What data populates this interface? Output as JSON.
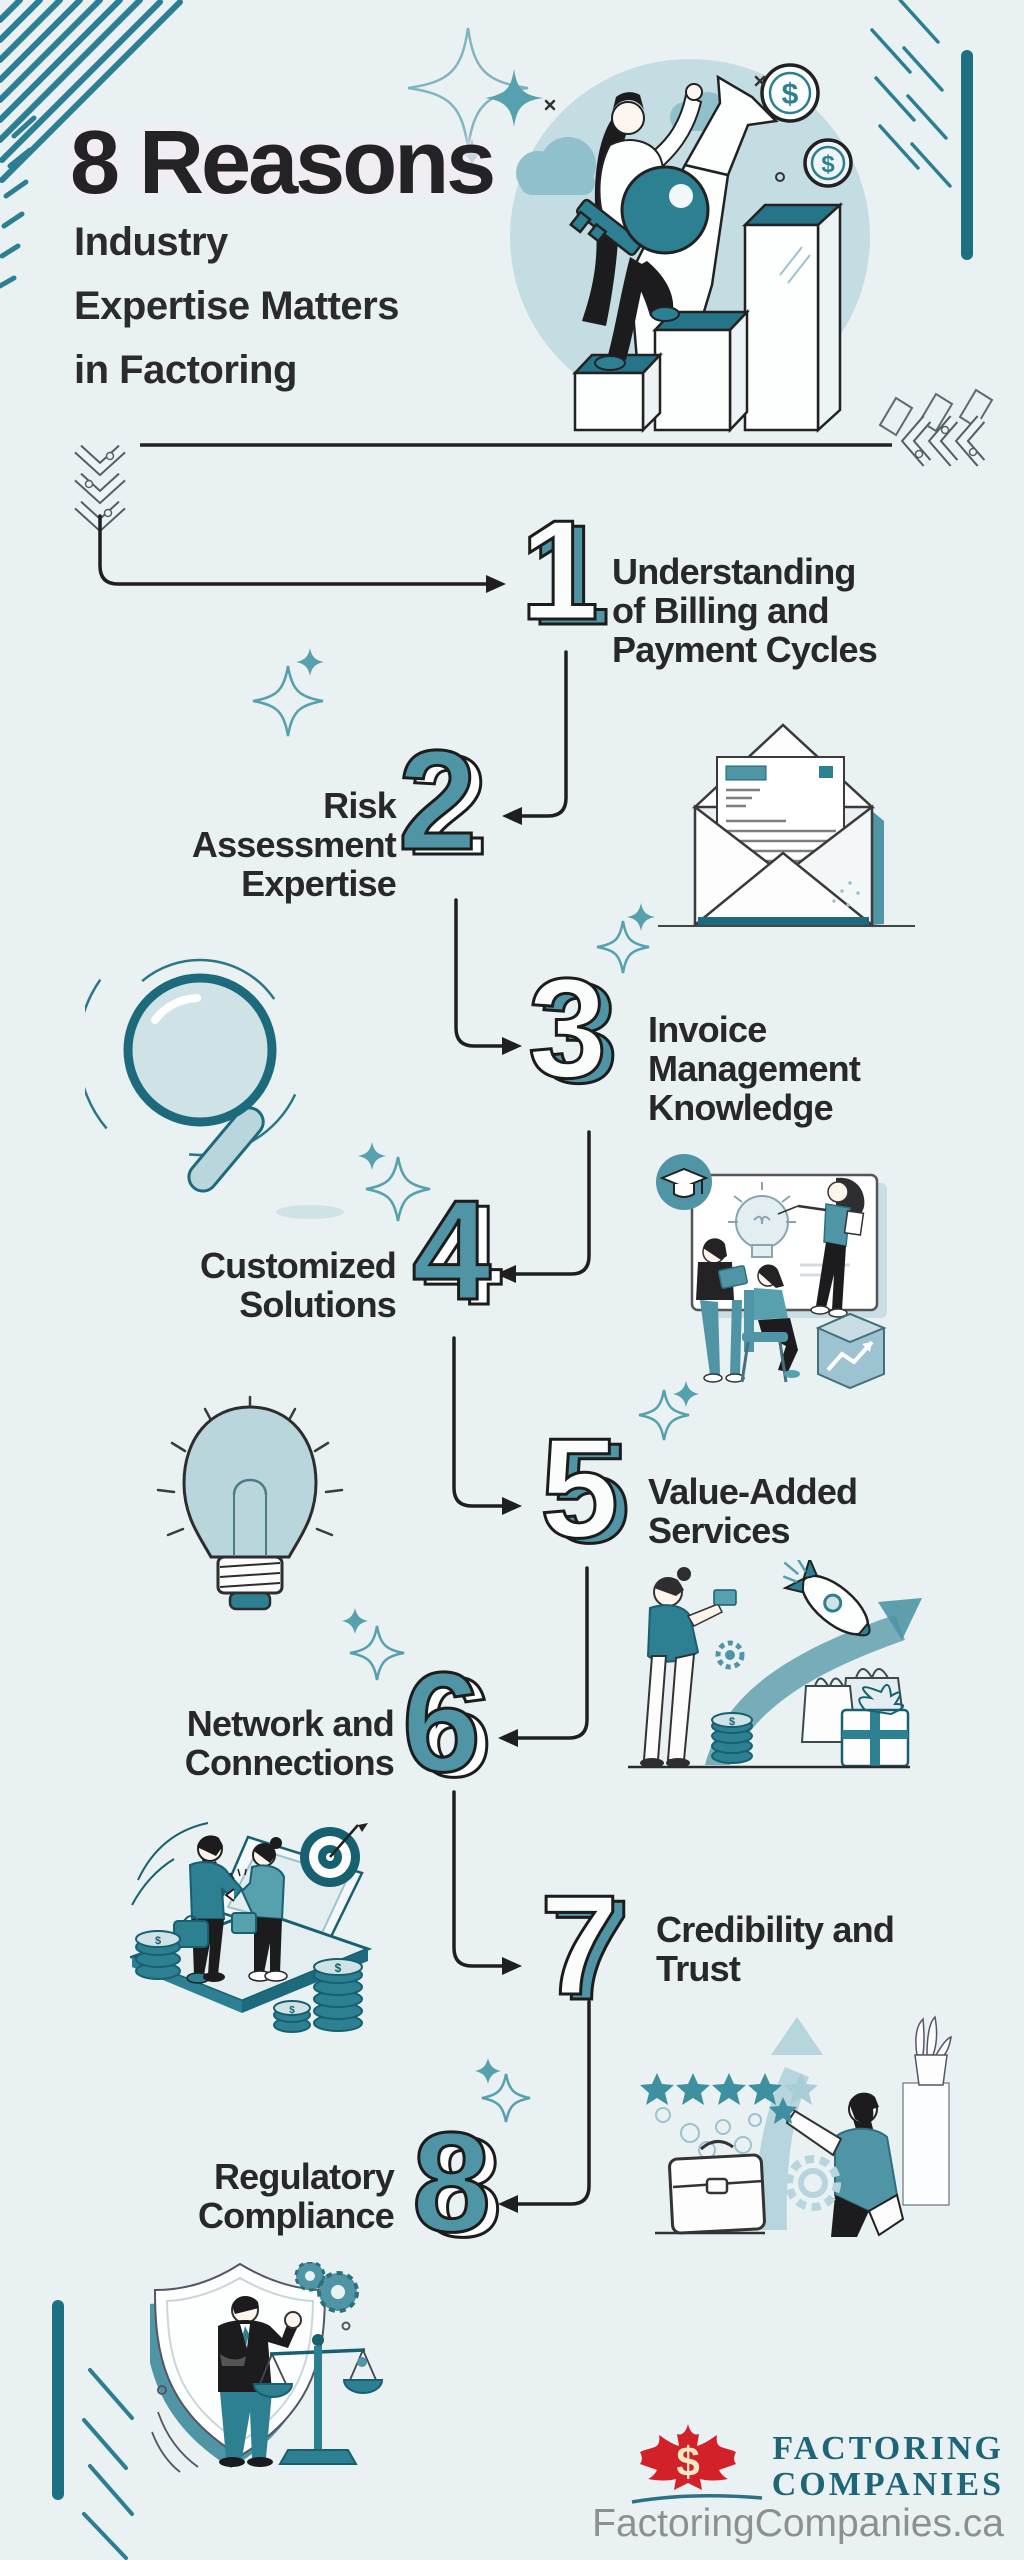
{
  "title": {
    "heading": "8 Reasons",
    "subtitle_lines": [
      "Industry",
      "Expertise Matters",
      "in Factoring"
    ]
  },
  "items": [
    {
      "number": "1",
      "lines": [
        "Understanding",
        "of Billing and",
        "Payment Cycles"
      ]
    },
    {
      "number": "2",
      "lines": [
        "Risk",
        "Assessment",
        "Expertise"
      ]
    },
    {
      "number": "3",
      "lines": [
        "Invoice",
        "Management",
        "Knowledge"
      ]
    },
    {
      "number": "4",
      "lines": [
        "Customized",
        "Solutions"
      ]
    },
    {
      "number": "5",
      "lines": [
        "Value-Added",
        "Services"
      ]
    },
    {
      "number": "6",
      "lines": [
        "Network and",
        "Connections"
      ]
    },
    {
      "number": "7",
      "lines": [
        "Credibility and",
        "Trust"
      ]
    },
    {
      "number": "8",
      "lines": [
        "Regulatory",
        "Compliance"
      ]
    }
  ],
  "hero": {
    "coin_symbol": "$"
  },
  "footer": {
    "logo_line1": "FACTORING",
    "logo_line2": "COMPANIES",
    "website": "FactoringCompanies.ca",
    "leaf_symbol": "$"
  },
  "colors": {
    "background": "#e9f1f3",
    "teal": "#4f95a5",
    "teal_dark": "#1d6f83",
    "teal_light": "#bcd8de",
    "text": "#28282a",
    "connector": "#1f1f1f",
    "logo_red": "#d22128",
    "logo_teal": "#1f6578",
    "url_gray": "#8e9090"
  },
  "illustrations": [
    "woman-climbing-bar-chart-with-key",
    "open-envelope-letter",
    "magnifying-glass",
    "team-presentation-lightbulb",
    "lightbulb",
    "rocket-growth-gifts",
    "handshake-on-laptop-target",
    "five-stars-rating-growth",
    "shield-compliance-scales"
  ]
}
